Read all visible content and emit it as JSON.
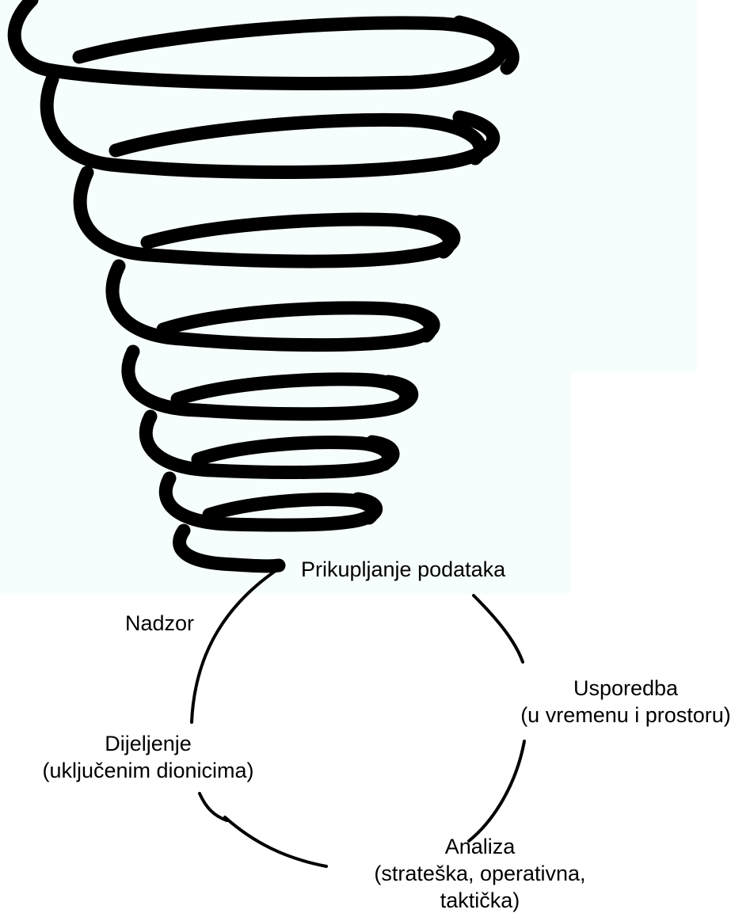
{
  "cycle": {
    "collection": "Prikupljanje podataka",
    "comparison": [
      "Usporedba",
      "(u vremenu i prostoru)"
    ],
    "analysis": [
      "Analiza",
      "(strateška, operativna,",
      "taktička)"
    ],
    "sharing": [
      "Dijeljenje",
      "(uključenim dionicima)"
    ],
    "monitoring": "Nadzor"
  },
  "colors": {
    "stroke": "#000000",
    "background": "#ffffff",
    "wash": "#f6fdfd"
  }
}
